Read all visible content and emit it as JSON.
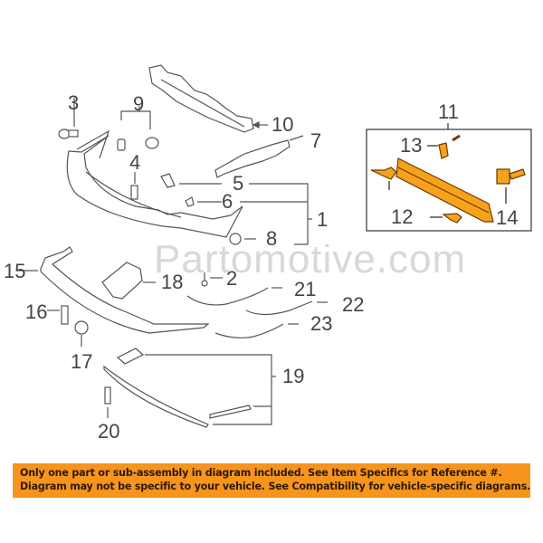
{
  "watermark": "Partomotive.com",
  "callouts": {
    "c1": "1",
    "c2": "2",
    "c3": "3",
    "c4": "4",
    "c5": "5",
    "c6": "6",
    "c7": "7",
    "c8": "8",
    "c9": "9",
    "c10": "10",
    "c11": "11",
    "c12": "12",
    "c13": "13",
    "c14": "14",
    "c15": "15",
    "c16": "16",
    "c17": "17",
    "c18": "18",
    "c19": "19",
    "c20": "20",
    "c21": "21",
    "c22": "22",
    "c23": "23"
  },
  "parts": [
    {
      "ref": "1",
      "name": "bumper-cover"
    },
    {
      "ref": "2",
      "name": "clip"
    },
    {
      "ref": "3",
      "name": "screw"
    },
    {
      "ref": "4",
      "name": "bolt"
    },
    {
      "ref": "5",
      "name": "bracket"
    },
    {
      "ref": "6",
      "name": "bracket"
    },
    {
      "ref": "7",
      "name": "side-bracket"
    },
    {
      "ref": "8",
      "name": "nut"
    },
    {
      "ref": "9",
      "name": "clips"
    },
    {
      "ref": "10",
      "name": "energy-absorber"
    },
    {
      "ref": "11",
      "name": "reinforcement-assembly",
      "highlighted": true
    },
    {
      "ref": "12",
      "name": "bracket",
      "highlighted": true
    },
    {
      "ref": "13",
      "name": "bracket",
      "highlighted": true
    },
    {
      "ref": "14",
      "name": "mount",
      "highlighted": true
    },
    {
      "ref": "15",
      "name": "lower-valance"
    },
    {
      "ref": "16",
      "name": "bolt"
    },
    {
      "ref": "17",
      "name": "nut"
    },
    {
      "ref": "18",
      "name": "bracket"
    },
    {
      "ref": "19",
      "name": "spoiler-assembly"
    },
    {
      "ref": "20",
      "name": "bolt"
    },
    {
      "ref": "21",
      "name": "molding"
    },
    {
      "ref": "22",
      "name": "molding"
    },
    {
      "ref": "23",
      "name": "molding"
    }
  ],
  "colors": {
    "highlight": "#f7a21c",
    "banner": "#f7941d",
    "line": "#555555"
  },
  "banner": {
    "line1": "Only one part or sub-assembly in diagram included. See Item Specifics for Reference #.",
    "line2": "Diagram may not be specific to your vehicle. See Compatibility for vehicle-specific diagrams."
  }
}
